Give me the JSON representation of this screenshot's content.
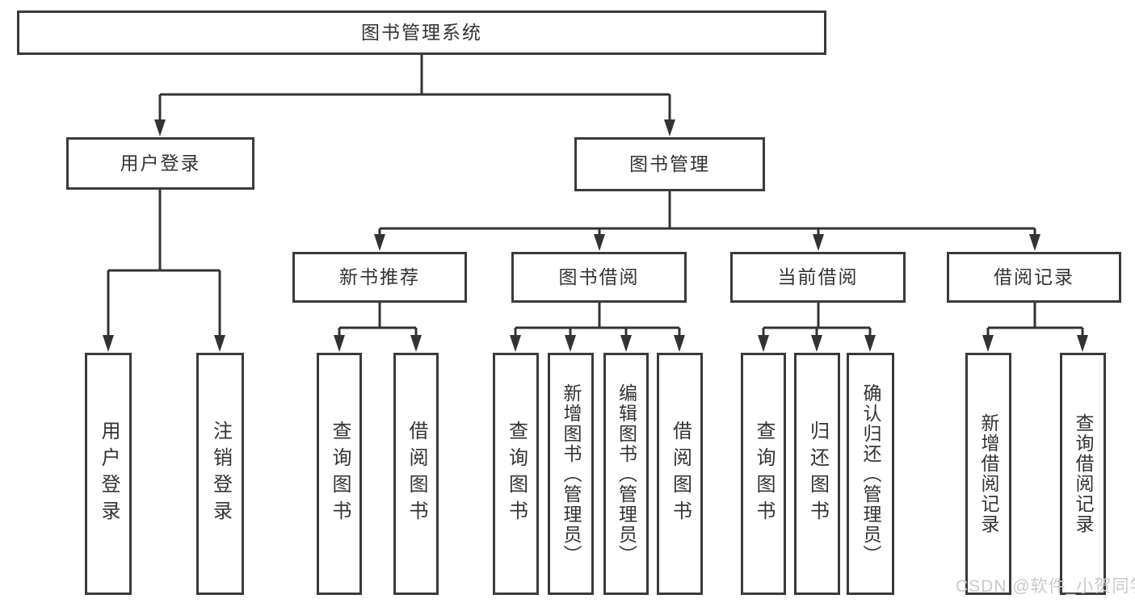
{
  "diagram": {
    "root": {
      "label": "图书管理系统"
    },
    "branches": [
      {
        "label": "用户登录",
        "children": [
          {
            "label": "用户登录"
          },
          {
            "label": "注销登录"
          }
        ]
      },
      {
        "label": "图书管理",
        "children": [
          {
            "label": "新书推荐",
            "children": [
              {
                "label": "查询图书"
              },
              {
                "label": "借阅图书"
              }
            ]
          },
          {
            "label": "图书借阅",
            "children": [
              {
                "label": "查询图书"
              },
              {
                "label": "新增图书（管理员）"
              },
              {
                "label": "编辑图书（管理员）"
              },
              {
                "label": "借阅图书"
              }
            ]
          },
          {
            "label": "当前借阅",
            "children": [
              {
                "label": "查询图书"
              },
              {
                "label": "归还图书"
              },
              {
                "label": "确认归还（管理员）"
              }
            ]
          },
          {
            "label": "借阅记录",
            "children": [
              {
                "label": "新增借阅记录"
              },
              {
                "label": "查询借阅记录"
              }
            ]
          }
        ]
      }
    ]
  },
  "watermark": {
    "text": "CSDN @软件_小贺同学"
  },
  "colors": {
    "line": "#333333",
    "box_border": "#3a3a3a",
    "box_fill": "#ffffff",
    "text": "#333333",
    "watermark": "#c9c9c9"
  }
}
